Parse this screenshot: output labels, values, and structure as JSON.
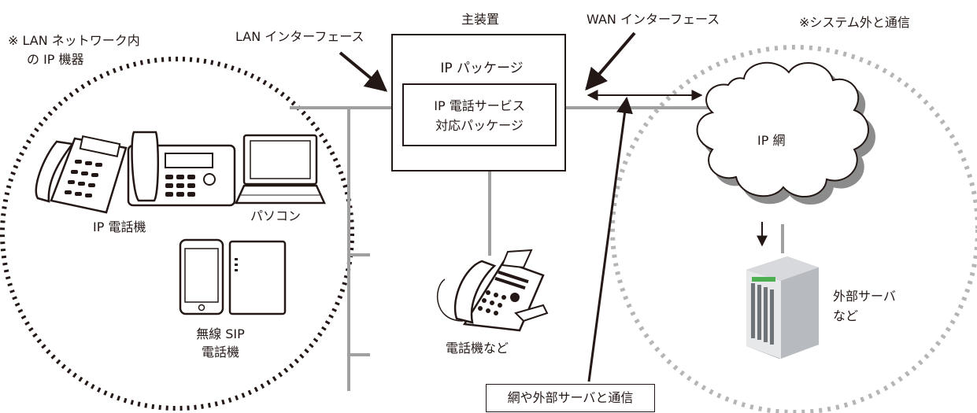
{
  "main_unit": {
    "title": "主装置",
    "package_label": "IP パッケージ",
    "inner_package_line1": "IP 電話サービス",
    "inner_package_line2": "対応パッケージ"
  },
  "interfaces": {
    "lan": "LAN インターフェース",
    "wan": "WAN インターフェース"
  },
  "lan_zone": {
    "title_line1": "※ LAN ネットワーク内",
    "title_line2": "の IP 機器",
    "ip_phone_label": "IP 電話機",
    "pc_label": "パソコン",
    "wireless_line1": "無線 SIP",
    "wireless_line2": "電話機"
  },
  "phone_label": "電話機など",
  "external_zone": {
    "note": "※システム外と通信",
    "cloud_label": "IP 網",
    "server_line1": "外部サーバ",
    "server_line2": "など"
  },
  "callout": "網や外部サーバと通信",
  "colors": {
    "line": "#231815",
    "bus": "#a0a0a0",
    "dotted_circle_gray": "#b5b5b5",
    "cloud_shadow": "#8c8c8c",
    "server": "#b9bcc0"
  },
  "icons": [
    "ip-phone-icon",
    "desk-phone-icon",
    "laptop-icon",
    "smartphone-icon",
    "access-point-icon",
    "office-phone-icon",
    "cloud-icon",
    "server-icon"
  ]
}
